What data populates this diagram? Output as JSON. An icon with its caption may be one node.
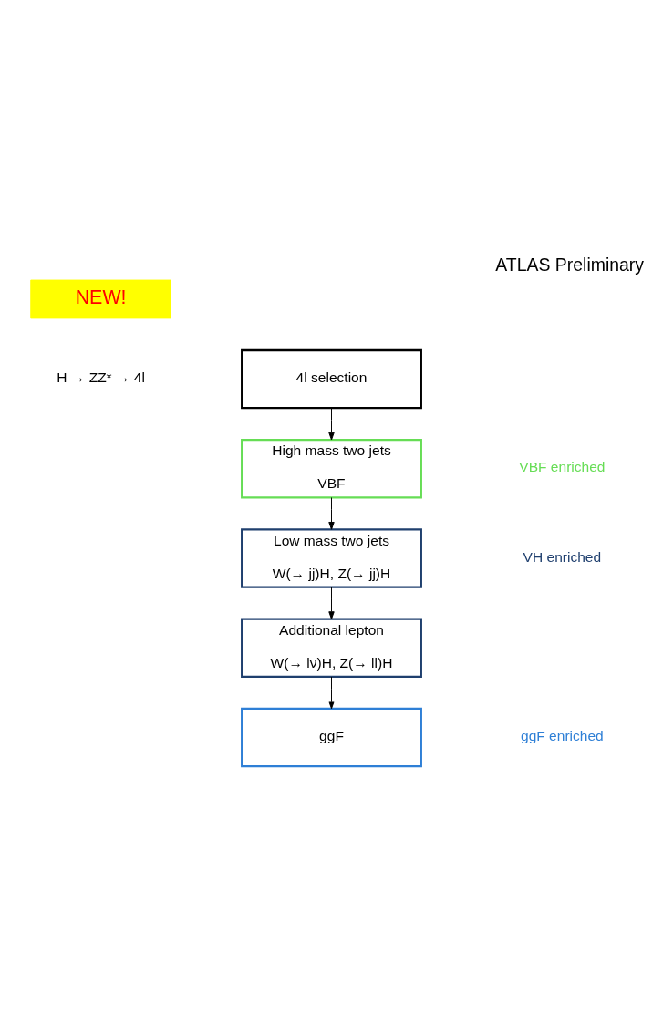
{
  "diagram": {
    "title": "ATLAS Preliminary",
    "nodes": [
      {
        "text": [
          "NEW!"
        ]
      },
      {
        "text": [
          "4l selection"
        ]
      },
      {
        "text": [
          "High mass two jets",
          "VBF"
        ]
      },
      {
        "text": [
          "Low mass two jets",
          "W(→ jj)H, Z(→ jj)H"
        ]
      },
      {
        "text": [
          "Additional lepton",
          "W(→ lν)H, Z(→ ll)H"
        ]
      },
      {
        "text": [
          "ggF"
        ]
      }
    ],
    "edges": [
      {
        "from": 1,
        "to": 2,
        "arrow": "to"
      },
      {
        "from": 2,
        "to": 3,
        "arrow": "to"
      },
      {
        "from": 3,
        "to": 4,
        "arrow": "to"
      },
      {
        "from": 4,
        "to": 5,
        "arrow": "to"
      }
    ],
    "labels": [
      "H → ZZ* → 4l",
      "VBF enriched",
      "VH enriched",
      "ggF enriched"
    ]
  }
}
